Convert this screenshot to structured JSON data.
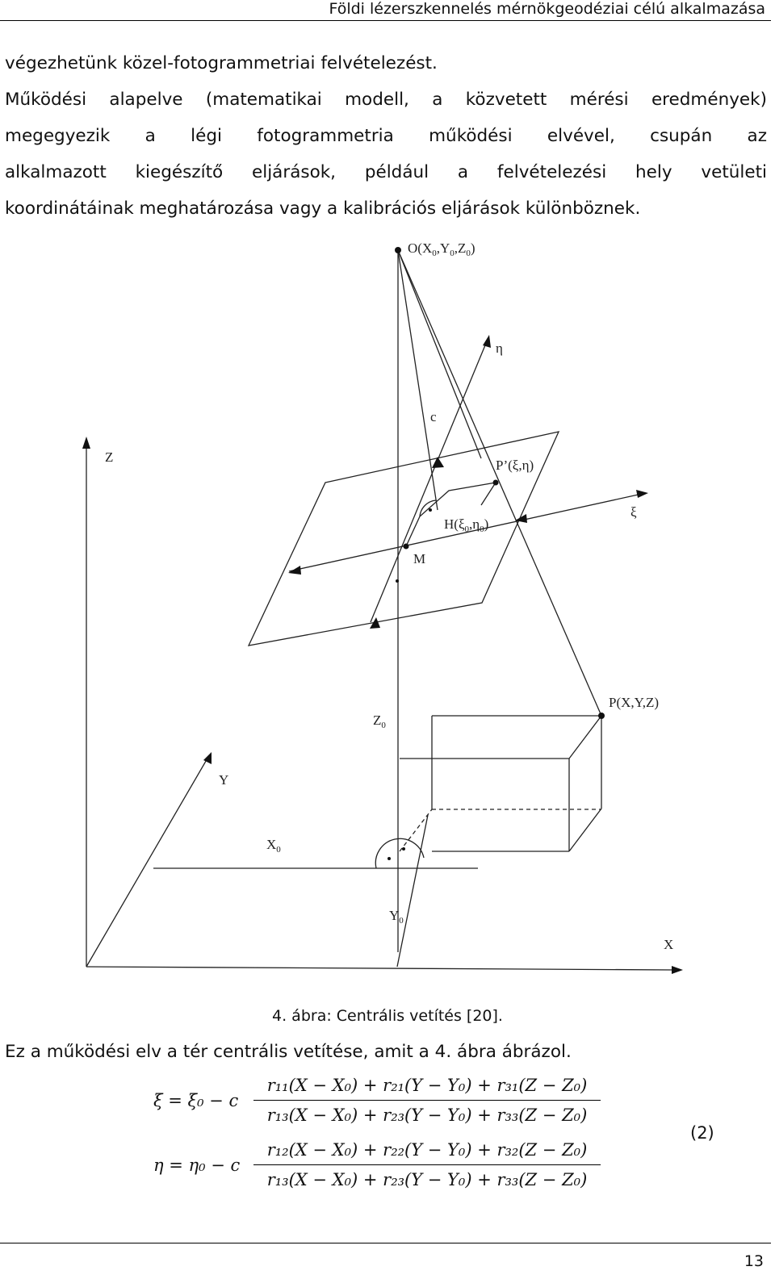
{
  "header": {
    "title": "Földi lézerszkennelés mérnökgeodéziai célú alkalmazása"
  },
  "body_lines": [
    "végezhetünk közel-fotogrammetriai felvételezést.",
    "Működési alapelve (matematikai modell, a közvetett mérési eredmények)",
    "megegyezik a légi fotogrammetria működési elvével, csupán az",
    "alkalmazott kiegészítő eljárások, például a felvételezési hely vetületi",
    "koordinátáinak meghatározása vagy a kalibrációs eljárások különböznek."
  ],
  "figure": {
    "labels": {
      "O": "O(X",
      "O_sub0": "0",
      "O_mid": ",Y",
      "O_sub1": "0",
      "O_mid2": ",Z",
      "O_sub2": "0",
      "O_end": ")",
      "eta": "η",
      "c": "c",
      "P_prime": "P’(ξ,η)",
      "xi": "ξ",
      "H": "H(ξ",
      "H_sub0": "0",
      "H_mid": ",η",
      "H_sub1": "0",
      "H_end": ")",
      "M": "M",
      "Z_axis": "Z",
      "P": "P(X,Y,Z)",
      "Z0": "Z",
      "Z0_sub": "0",
      "Y_axis": "Y",
      "X0": "X",
      "X0_sub": "0",
      "Y0": "Y",
      "Y0_sub": "0",
      "X_axis": "X"
    }
  },
  "caption": "4. ábra: Centrális vetítés [20].",
  "intro": "Ez a működési elv a tér centrális vetítése, amit a 4. ábra ábrázol.",
  "equations": {
    "xi_lhs": "ξ = ξ₀ − c",
    "xi_num": "r₁₁(X − X₀) + r₂₁(Y − Y₀) + r₃₁(Z − Z₀)",
    "xi_den": "r₁₃(X − X₀) + r₂₃(Y − Y₀) + r₃₃(Z − Z₀)",
    "eta_lhs": "η = η₀ − c",
    "eta_num": "r₁₂(X − X₀) + r₂₂(Y − Y₀) + r₃₂(Z − Z₀)",
    "eta_den": "r₁₃(X − X₀) + r₂₃(Y − Y₀) + r₃₃(Z − Z₀)",
    "number": "(2)"
  },
  "footer": {
    "page_number": "13"
  }
}
